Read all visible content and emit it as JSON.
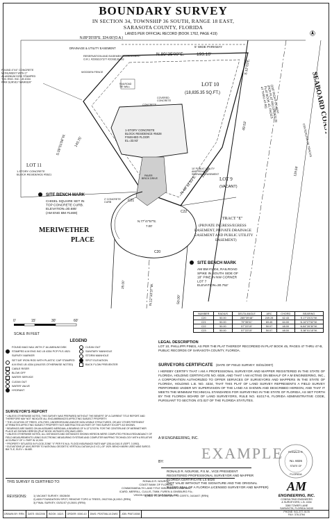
{
  "title": "BOUNDARY SURVEY",
  "subtitle": {
    "line1": "IN SECTION 34, TOWNSHIP 36 SOUTH, RANGE 18 EAST,",
    "line2": "SARASOTA COUNTY, FLORIDA"
  },
  "plat": {
    "record_note": "LANDS PER OFFICIAL RECORD (BOOK 1762, PAGE 419)",
    "north_bearing": "N.89°35'09\"E.  324.66'(O.A.)",
    "wide_parkway": "5' WIDE PARKWAY",
    "drainage_easement": "DRAINAGE & UTILITY EASEMENT",
    "lot10_bearing": "N.89°35'09\"E.",
    "lot10_distance": "193.16'",
    "reservation": "RESERVATION AND EASEMENT AGREEMENT\nO.R.I. #2008107377  #2008130493",
    "wood_fence": "WOODEN FENCE",
    "found_monument": "FOUND 4\"X4\" CONCRETE\nMONUMENT WITH 2\"\nALUMINUM DISK STAMPED\n\"I.M. ENG. INC. LB 4334\nPRM SURVEY MARKER\"",
    "lot10": "LOT 10",
    "lot10_area": "(18,835.35 SQ.FT.)",
    "railroad_tie": "RAILROAD\nTIE WALL",
    "covered_concrete": "COVERED\nCONCRETE",
    "concrete_slab": "CONCRETE\nSLAB",
    "residence": "1-STORY CONCRETE\nBLOCK RESIDENCE #5628\nFINISHED FLOOR\nEL=33.93'",
    "lot11": "LOT 11",
    "lot11_res": "1-STORY CONCRETE\nBLOCK RESIDENCE #5621",
    "bench1_title": "SITE BENCH MARK",
    "bench1_desc": "CHISEL SQUARE SET IN\nTOP CONCRETE CURB.\nELEVATION=30.685'\n(AM ENG BM #1469)",
    "paver_drive": "PAVER\nBRICK DRIVE",
    "railroad": "SEABOARD COAST LINE RAILROAD",
    "railroad_desc": "(100' RIGHT-OF-WAY\n(PER PLAT RECORDED IN\nPLAT BOOK 45, PAGES\n47 THRU 47-B))",
    "centerline": "CENTERLINE OF TRACKS",
    "side_bearing": "S.12°03'E.",
    "side_dist_a": "49.53'",
    "side_dist_b": "129.66'",
    "c21": "C21",
    "c22": "C22",
    "c20": "C20",
    "lot9": "LOT 9",
    "lot9_sub": "(VACANT)",
    "public_ingress": "10' PUBLIC UTILITY\nAND PRIVATE\nSIDEWALK EASEMENT",
    "lot_line_bearing": "N.46°12'53\"E.",
    "lot_line_dist": "155.00'",
    "curb": "2' CONCRETE\nCURB",
    "street": "MERIWETHER",
    "street2": "PLACE",
    "meriwether_bearing": "N.77°47'57\"E.",
    "meriwether_dist": "7.00'",
    "tract_e": "TRACT \"E\"",
    "tract_e_desc": "(PRIVATE INGRESS/EGRESS\nEASEMENT, PRIVATE DRAINAGE\nEASEMENT AND PUBLIC UTILITY\nEASEMENT)",
    "bench2_title": "SITE BENCH MARK",
    "bench2_desc": "AM BM #1404, RAILROAD\nSPIKE IN SOUTH SIDE OF\n18\" PINE IN NW CORNER\nLOT 7\nELEVATION=30.752'",
    "south_bearing": "N.12°10'37\"W.",
    "west_bearing": "S.09°51'06\"W.",
    "west_dist": "143.75'",
    "dist_50": "50.00'",
    "dist_25": "25.00'"
  },
  "scale": {
    "ticks": [
      "0'",
      "15'",
      "30'",
      "60'"
    ],
    "label": "SCALE IN FEET"
  },
  "legend": {
    "title": "LEGEND",
    "left": [
      "FOUND MAG NAIL WITH 2\" ALUMINUM DISK STAMPED A M ENG INC LB 4334 PCP PLS 4521 SURVEY MARKER",
      "SET 5/8\" IRON ROD WITH PLASTIC CAP STAMPED A M ENG LB 4334 (UNLESS OTHERWISE NOTED)",
      "CABLE RISER",
      "BLOW OFF",
      "WATER SERVICE",
      "CLEAN OUT",
      "WATER VALVE",
      "HYDRANT"
    ],
    "right": [
      "CLEAN OUT",
      "SANITARY MANHOLE",
      "STORM MANHOLE",
      "SPOT ELEVATION",
      "BACK FLOW PREVENTER"
    ]
  },
  "report": {
    "title": "SURVEYOR'S REPORT",
    "items": [
      "* UNLESS OTHERWISE NOTED, THIS SURVEY WAS PREPARED WITHOUT THE BENEFIT OF A CURRENT TITLE REPORT AND THEREFORE MAY NOT INDICATE ALL ENCUMBRANCES AFFECTING SUBJECT PROPERTY.",
      "* THE LOCATION OF TREES, UTILITIES, UNDERGROUND AND/OR NON-VISIBLE STRUCTURES, OR ANY OTHER PERTINENT ATTRIBUTES AFFECTING SUBJECT PROPERTY NOT ABSTRACTED AS PART OF THIS SURVEY EXCEPT AS SHOWN.",
      "* BEARINGS ARE BASED ON AN ASSUMED MERIDIAN, A BEARING OF N.12°12'03\"W. FOR THE CENTERLINE OF MERIWETHER PLACE AS SHOWN HEREON (PLAT BOOK 45 PAGES 47B) WAS USED.",
      "* UNLESS OTHERWISE NOTED, ALL DISTANCES AND DISTANCES SHOWN HEREON WERE COMPUTED FROM A REDUNDANCY OF FIELD MEASUREMENTS USING ELECTRONIC MEASURING SYSTEMS AND COMPUTER MAPPING TECHNOLOGY WITH A RELATIVE ACCURACY OF 1: PART IN 10,000.",
      "* PROPERTY SITUATED IN FLOOD ZONE \"X\" PER F.E.M.A. FLOOD INSURANCE RATE MAP 125144 0161 E (SEPT. 3 1992).",
      "* ELEVATIONS (IF ANY) REFER TO NATIONAL GEODETIC VERTICAL DATUM (N.G.V.D.) OF 1929. BENCH MARK USED WAS SARCO. BM 71-E, ELEV = 36.680."
    ]
  },
  "curve_table": {
    "headers": [
      "NUMBER",
      "RADIUS",
      "DELTA ANGLE",
      "ARC",
      "CHORD",
      "BEARING"
    ],
    "rows": [
      [
        "C20",
        "50.00",
        "285°39'48\"",
        "249.28",
        "62.43",
        "S.17°23'21\"W."
      ],
      [
        "C21",
        "50.00",
        "79°35'01\"",
        "69.45",
        "64.00",
        "N.16°27'52\"W."
      ],
      [
        "C22",
        "50.00",
        "57°22'15\"",
        "50.07",
        "48.00",
        "N.84°26'30\"W."
      ],
      [
        "C23",
        "50.00",
        "57°22'15\"",
        "50.07",
        "48.00",
        "S.38°01'15\"W."
      ]
    ]
  },
  "legal": {
    "title": "LEGAL DESCRIPTION",
    "text": "LOT 10, PHILLIPPI PINES, AS PER THE PLAT THEREOF RECORDED IN PLAT BOOK 45, PAGES 47 THRU 47-B, PUBLIC RECORDS OF SARASOTA COUNTY, FLORIDA."
  },
  "certificate": {
    "title": "SURVEYORS CERTIFICATE",
    "date": "(DATE OF FIELD SURVEY: 03/31/2007)",
    "text": "I HEREBY CERTIFY THAT I AM A PROFESSIONAL SURVEYOR AND MAPPER REGISTERED IN THE STATE OF FLORIDA, HOLDING CERTIFICATE NO. 6026, AND THAT I AM ACTING ON BEHALF OF A M ENGINEERING, INC., A CORPORATION AUTHORIZED TO OFFER SERVICES OF SURVEYORS AND MAPPERS IN THE STATE OF FLORIDA, HOLDING L.B. NO. 4334, THAT THIS PLAT OF LAND SURVEY REPRESENTS A FIELD SURVEY PERFORMED UNDER MY SUPERVISION OF THE LAND AS SHOWN AND DESCRIBED HEREON, AND THAT IT MEETS THE MINIMUM TECHNICAL STANDARDS FOR SURVEYING IN THE STATE OF FLORIDA, AS SET FORTH BY THE FLORIDA BOARD OF LAND SURVEYORS, RULE NO. 61G17-6, FLORIDA ADMINISTRATIVE CODE, PURSUANT TO SECTION 472.027 OF THE FLORIDA STATUTES."
  },
  "firm_line": "A M ENGINEERING, INC.",
  "example": "EXAMPLE",
  "signature": {
    "by": "BY:",
    "lines": [
      "RONALD R. NOURSE, P.S.M., VICE PRESIDENT",
      "REGISTERED PROFESSIONAL SURVEYOR AND MAPPER",
      "FLORIDA CERTIFICATE LS 6026",
      "(NOT VALID WITHOUT THE SIGNATURE AND THE ORIGINAL",
      "RAISED SEAL OF A FLORIDA LICENSED SURVEYOR AND MAPPER)"
    ]
  },
  "seal": {
    "top": "RONALD R.",
    "no": "No. 6026",
    "state": "STATE OF",
    "florida": "FLORIDA"
  },
  "certified": {
    "title": "THIS SURVEY IS CERTIFIED TO:",
    "lines": [
      "RONALD R. NOURSE;",
      "COAST BANK OF FLORIDA;",
      "COMMONWEALTH LAND TITLE INSURANCE COMPANY;",
      "ICARD, MERRILL, CULLIS, TIMM, FUREN & GINSBURG P.A.;",
      "VISION HOMES OF SARASOTA, INC."
    ]
  },
  "revisions": {
    "title": "REVISIONS:",
    "items": [
      "1) VACANT SURVEY, 05/28/08",
      "2) ADD FOUNDATION SPOT, REMOVE TOPO & TREES, 09/27/06 (8,193/1 (RRN)",
      "3) FINAL SURVEY, 03/31/07 (9,260/1 (RRN)"
    ],
    "right": "4) ADD TITLE COMPANY TO CERTS, 04/16/07 (RRN)"
  },
  "footer": [
    "DRAWN BY: RRN",
    "DATE: 05/22/06",
    "BOOK: 162/1",
    "ORDER: 0000-10",
    "DWG: PDST06L10.DWG",
    "JOB: P06T-0008"
  ],
  "firm": {
    "logo": "AM",
    "name": "ENGINEERING, INC.",
    "lines": [
      "CONSULTING ENGINEERS",
      "& SURVEYORS, L.B. 4334",
      "3380 TOWER LANE",
      "SARASOTA, FLORIDA 34240",
      "PHONE: 941-377-9178",
      "FAX: 378-3764"
    ]
  }
}
